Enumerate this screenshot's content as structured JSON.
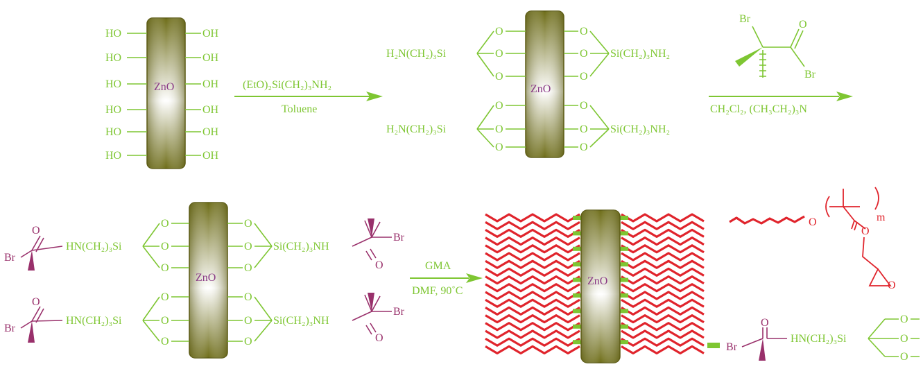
{
  "labels": {
    "zno": "ZnO",
    "ho": "HO",
    "oh": "OH",
    "o": "O",
    "br": "Br",
    "m": "m",
    "left_silane": "H₂N(CH₂)₃Si",
    "right_silane": "Si(CH₂)₃NH₂",
    "left_amide": "HN(CH₂)₃Si",
    "right_amide": "Si(CH₂)₃NH"
  },
  "arrows": {
    "step1": {
      "above": "(EtO)₂Si(CH₂)₃NH₂",
      "below": "Toluene"
    },
    "step2": {
      "below": "CH₂Cl₂, (CH₃CH₂)₃N"
    },
    "step3": {
      "above": "GMA",
      "below": "DMF, 90˚C"
    }
  },
  "colors": {
    "green": "#7ec632",
    "magenta": "#99306b",
    "red": "#e0242c",
    "rod_dark": "#5b5a13",
    "rod_light": "#ffffff",
    "zno_text": "#8a3a86"
  }
}
